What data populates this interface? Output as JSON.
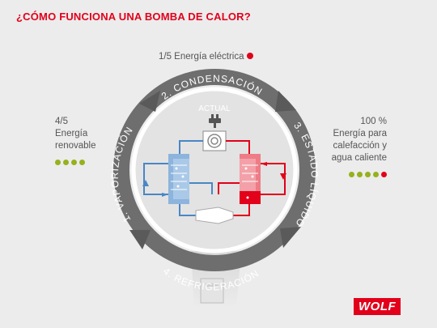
{
  "title": "¿CÓMO FUNCIONA UNA BOMBA DE CALOR?",
  "electric": "1/5 Energía eléctrica",
  "left": {
    "line1": "4/5",
    "line2": "Energía",
    "line3": "renovable"
  },
  "right": {
    "line1": "100 %",
    "line2": "Energía para",
    "line3": "calefacción y",
    "line4": "agua caliente"
  },
  "stages": {
    "s1": "1. VAPORIZACIÓN",
    "s2": "2. CONDENSACIÓN",
    "s3": "3. ESTADO LÍQUIDO",
    "s4": "4. REFRIGERACIÓN"
  },
  "actual": "ACTUAL",
  "logo": "WOLF",
  "colors": {
    "accent": "#e2001a",
    "green": "#95b11d",
    "blue": "#4a86c5",
    "ring": "#6e6e6e"
  }
}
